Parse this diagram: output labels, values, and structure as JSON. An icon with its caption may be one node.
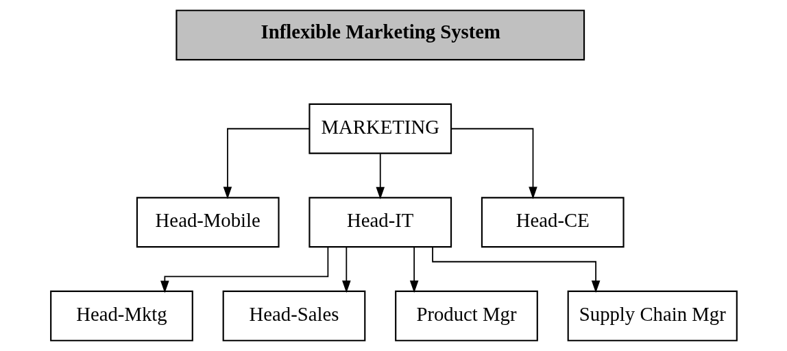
{
  "diagram": {
    "nodes": [
      {
        "text": [
          "Inflexible Marketing System"
        ]
      },
      {
        "text": [
          "MARKETING"
        ]
      },
      {
        "text": [
          "Head-Mobile"
        ]
      },
      {
        "text": [
          "Head-IT"
        ]
      },
      {
        "text": [
          "Head-CE"
        ]
      },
      {
        "text": [
          "Head-Mktg"
        ]
      },
      {
        "text": [
          "Head-Sales"
        ]
      },
      {
        "text": [
          "Product Mgr"
        ]
      },
      {
        "text": [
          "Supply Chain Mgr"
        ]
      }
    ],
    "edges": [
      {
        "from": 1,
        "to": 2,
        "arrow": "to"
      },
      {
        "from": 1,
        "to": 3,
        "arrow": "to"
      },
      {
        "from": 1,
        "to": 4,
        "arrow": "to"
      },
      {
        "from": 3,
        "to": 5,
        "arrow": "to"
      },
      {
        "from": 3,
        "to": 6,
        "arrow": "to"
      },
      {
        "from": 3,
        "to": 7,
        "arrow": "to"
      },
      {
        "from": 3,
        "to": 8,
        "arrow": "to"
      }
    ]
  }
}
